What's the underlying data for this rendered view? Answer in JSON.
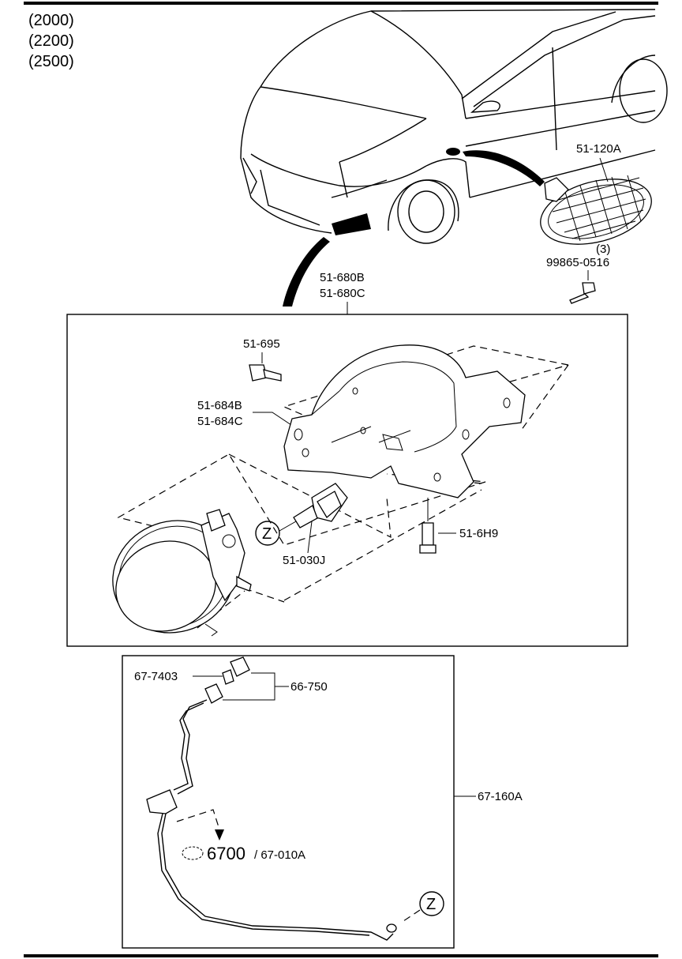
{
  "diagram": {
    "model_codes": [
      "(2000)",
      "(2200)",
      "(2500)"
    ],
    "parts": {
      "side_marker": "51-120A",
      "screw_qty": "(3)",
      "screw": "99865-0516",
      "bracket_b": "51-680B",
      "bracket_c": "51-680C",
      "bolt_695": "51-695",
      "bracket_684b": "51-684B",
      "bracket_684c": "51-684C",
      "bulb": "51-030J",
      "bolt_6h9": "51-6H9",
      "ref_z_upper": "Z",
      "ref_z_lower": "Z",
      "connector_7403": "67-7403",
      "connector_66750": "66-750",
      "harness": "67-160A",
      "ref_6700": "6700",
      "ref_67010a": "/ 67-010A"
    }
  }
}
